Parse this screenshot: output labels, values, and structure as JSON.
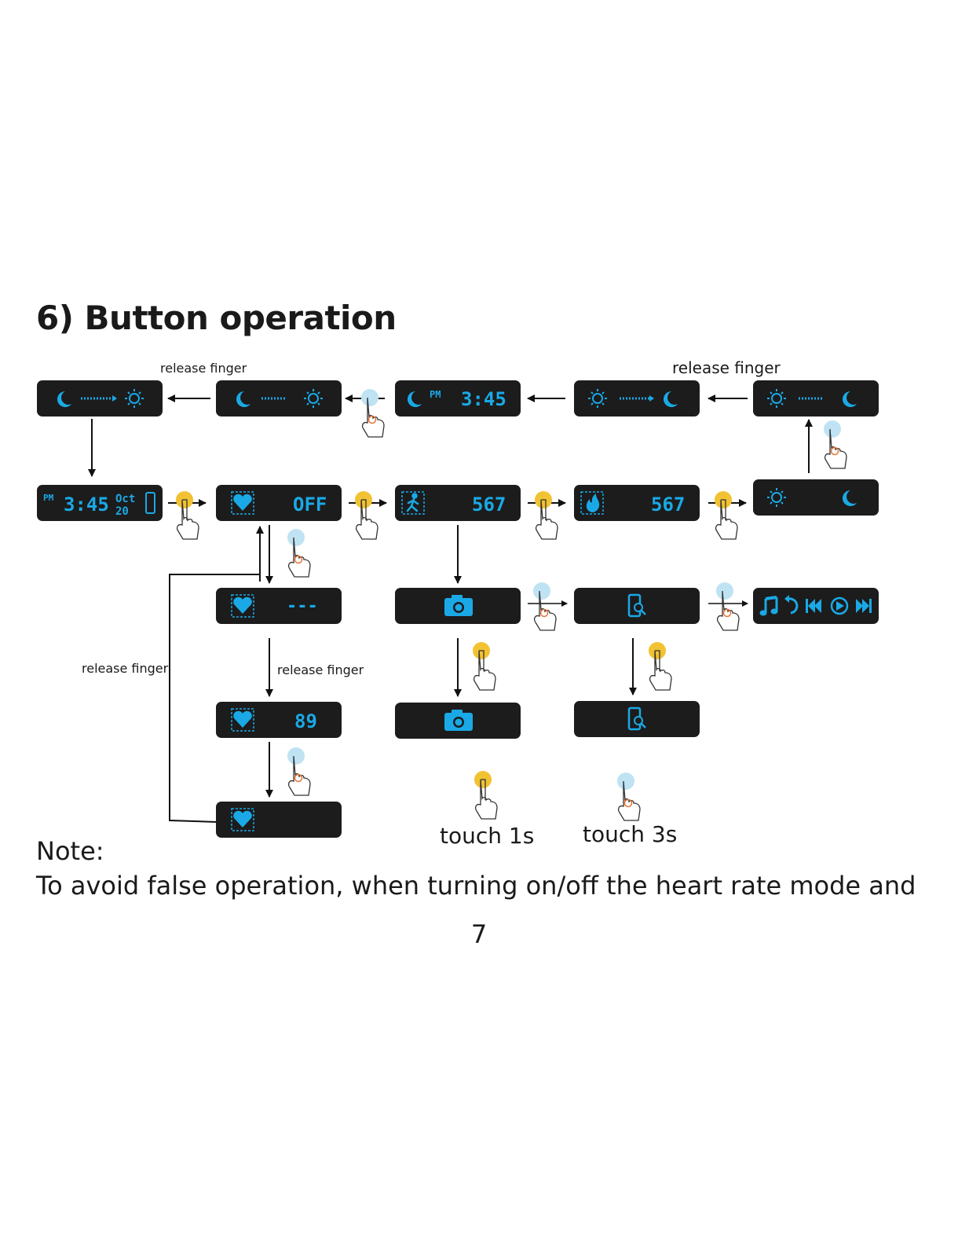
{
  "heading": "6) Button operation",
  "labels": {
    "release_finger_top_left": "release finger",
    "release_finger_top_right": "release finger",
    "release_finger_side": "release finger",
    "release_finger_hr": "release finger",
    "touch_1s": "touch 1s",
    "touch_3s": "touch 3s"
  },
  "screens": {
    "sleep_to_wake": "moon-arrow-sun-icon",
    "sleep_pressed": "moon-dots-sun-icon",
    "time_small": {
      "ampm": "PM",
      "time": "3:45"
    },
    "wake_to_sleep": "sun-arrow-moon-icon",
    "wake_pressed": "sun-dots-moon-icon",
    "clock_main": {
      "ampm": "PM",
      "time": "3:45",
      "month": "Oct",
      "day": "20"
    },
    "hr_off": {
      "icon": "heart-icon",
      "value": "OFF"
    },
    "steps": {
      "icon": "walking-icon",
      "value": "567"
    },
    "calories": {
      "icon": "flame-icon",
      "value": "567"
    },
    "sleep_mode": "sun-moon-icon",
    "hr_measuring": {
      "icon": "heart-icon",
      "value": "---"
    },
    "camera": "camera-icon",
    "find_phone": "find-phone-icon",
    "music": "music-controls-icon",
    "hr_value": {
      "icon": "heart-icon",
      "value": "89"
    },
    "camera_shot": "camera-icon",
    "find_phone_active": "find-phone-icon",
    "hr_blank": {
      "icon": "heart-icon"
    }
  },
  "legend": {
    "touch_1s_icon": "tap-hand-icon",
    "touch_3s_icon": "hold-hand-icon"
  },
  "note": {
    "label": "Note:",
    "text": "To avoid false operation, when turning on/off the heart rate mode and"
  },
  "page_number": "7",
  "colors": {
    "screen_bg": "#1c1c1c",
    "display_blue": "#1aa9e6",
    "tap_yellow": "#f1c232",
    "hold_blue": "#bfe3f3",
    "hold_orange": "#e8743b"
  }
}
